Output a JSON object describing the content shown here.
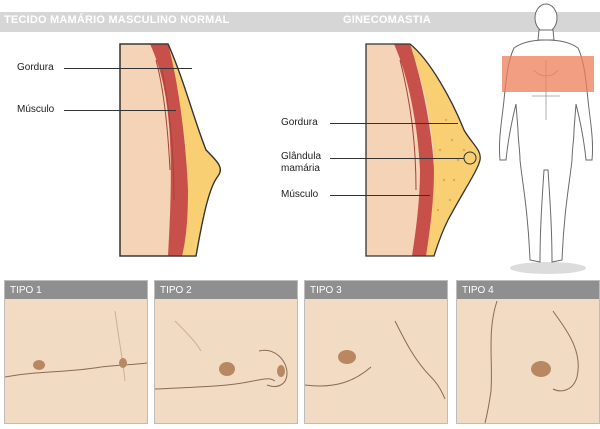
{
  "header": {
    "normal_title": "TECIDO MAMÁRIO MASCULINO NORMAL",
    "gyneco_title": "GINECOMASTIA"
  },
  "normal_labels": {
    "fat": "Gordura",
    "muscle": "Músculo"
  },
  "gyneco_labels": {
    "fat": "Gordura",
    "gland_line1": "Glândula",
    "gland_line2": "mamária",
    "muscle": "Músculo"
  },
  "types": [
    {
      "label": "TIPO 1"
    },
    {
      "label": "TIPO 2"
    },
    {
      "label": "TIPO 3"
    },
    {
      "label": "TIPO 4"
    }
  ],
  "colors": {
    "skin": "#f4d3b6",
    "fat": "#f8cf72",
    "muscle": "#c7514a",
    "gland_highlight": "#ee7d5a",
    "header_bar": "#d6d6d6",
    "panel_header": "#8f8f8f"
  }
}
